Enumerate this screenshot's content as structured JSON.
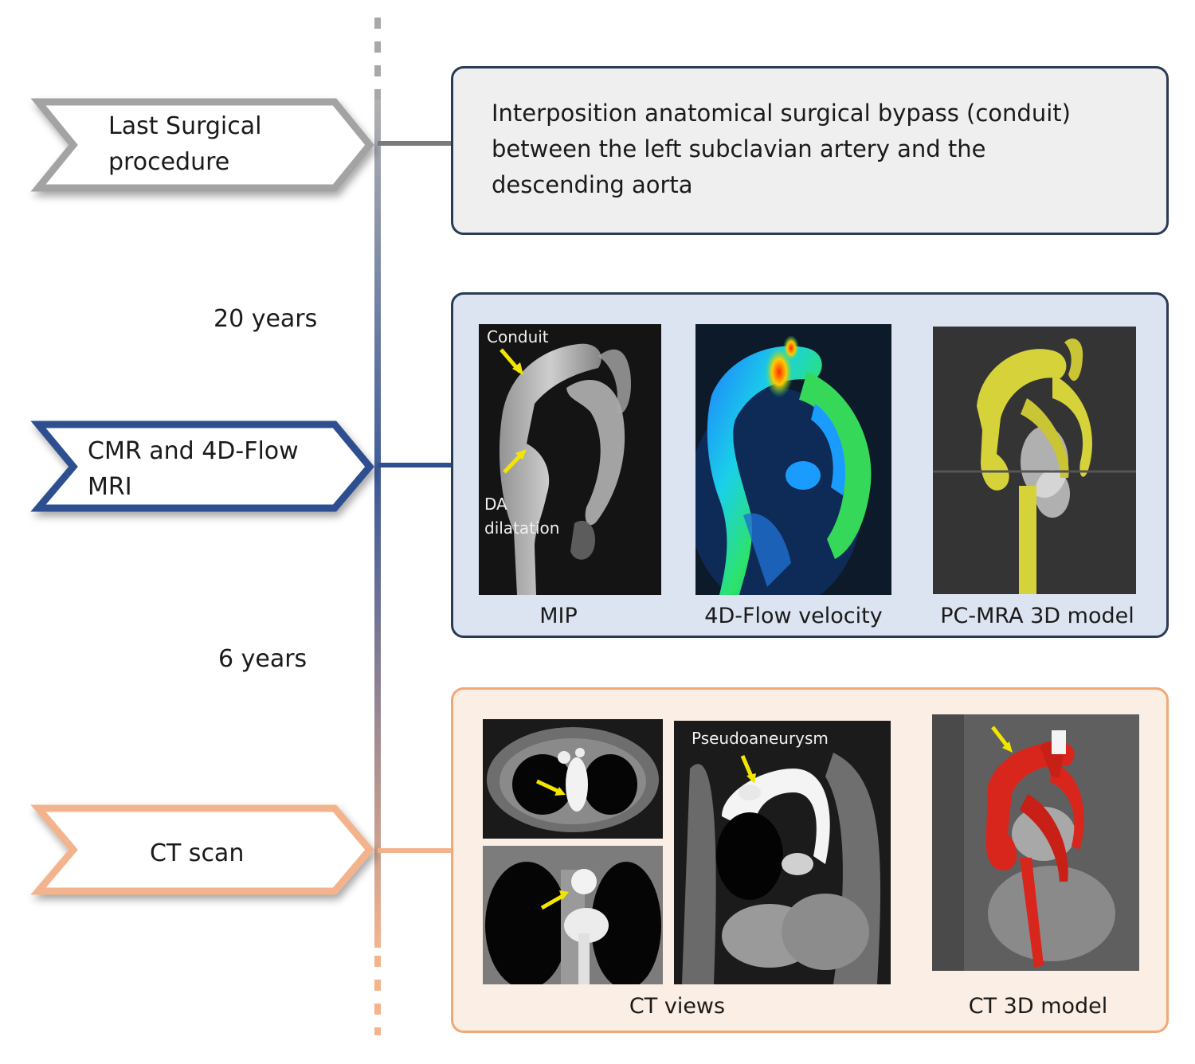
{
  "timeline": {
    "events": [
      {
        "id": "surgery",
        "label": "Last Surgical procedure",
        "lines": [
          "Last Surgical",
          "procedure"
        ],
        "color": "#9a9a9a"
      },
      {
        "id": "cmr",
        "label": "CMR and 4D-Flow MRI",
        "lines": [
          "CMR and 4D-Flow",
          "MRI"
        ],
        "color": "#2e4f8f"
      },
      {
        "id": "ct",
        "label": "CT scan",
        "lines": [
          "CT scan"
        ],
        "color": "#f0a877"
      }
    ],
    "intervals": [
      {
        "label": "20 years"
      },
      {
        "label": "6 years"
      }
    ]
  },
  "panels": {
    "surgery": {
      "lines": [
        "Interposition anatomical surgical bypass (conduit)",
        "between the left subclavian artery and the",
        "descending aorta"
      ],
      "fill": "#efefef",
      "border": "#2b3b55"
    },
    "cmr": {
      "fill": "#dce4f1",
      "border": "#2b3b55",
      "images": [
        {
          "caption": "MIP",
          "annotations": [
            "Conduit",
            "DA",
            "dilatation"
          ]
        },
        {
          "caption": "4D-Flow velocity",
          "annotations": []
        },
        {
          "caption": "PC-MRA 3D model",
          "annotations": []
        }
      ]
    },
    "ct": {
      "fill": "#fbeee5",
      "border": "#f0a877",
      "images": [
        {
          "caption": "CT views",
          "annotations": [
            "Pseudoaneurysm"
          ]
        },
        {
          "caption": "CT 3D model",
          "annotations": []
        }
      ]
    }
  },
  "colors": {
    "arrow": "#f2e600",
    "model_mri": "#d6d23a",
    "model_ct": "#d9261c"
  }
}
